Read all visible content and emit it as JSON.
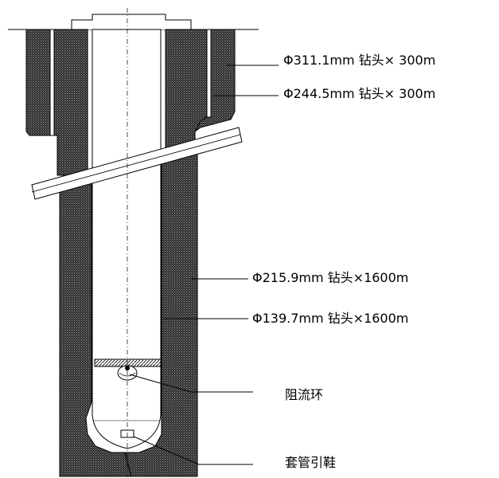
{
  "labels": {
    "casing_311": "Φ311.1mm 钻头× 300m",
    "casing_244": "Φ244.5mm 钻头× 300m",
    "hole_215": "Φ215.9mm 钻头×1600m",
    "casing_139": "Φ139.7mm 钻头×1600m",
    "float_collar": "阻流环",
    "guide_shoe": "套管引鞋"
  },
  "colors": {
    "cement": "#3c3c3c",
    "line": "#000000",
    "background": "#ffffff"
  }
}
